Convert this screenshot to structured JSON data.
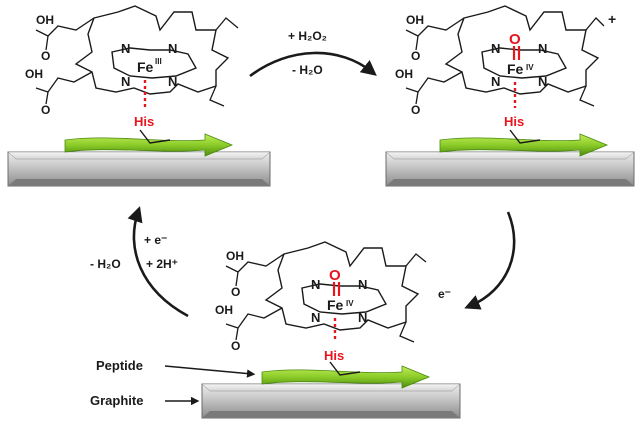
{
  "colors": {
    "bond": "#1a1a1a",
    "oxo": "#e8141e",
    "his": "#e8141e",
    "peptide_light": "#a8e03a",
    "peptide_dark": "#5d9e12",
    "graphite_light": "#e3e3e3",
    "graphite_dark": "#7d7d7d"
  },
  "molecules": {
    "top_left": {
      "carboxyl_top": "OH",
      "carboxyl_top_o": "O",
      "carboxyl_bottom": "OH",
      "carboxyl_bottom_o": "O",
      "iron": "Fe",
      "iron_charge": "III",
      "axial_ligand": "His"
    },
    "top_right": {
      "carboxyl_top": "OH",
      "carboxyl_top_o": "O",
      "carboxyl_bottom": "OH",
      "carboxyl_bottom_o": "O",
      "iron": "Fe",
      "iron_charge": "IV",
      "oxo": "O",
      "radical": "+",
      "axial_ligand": "His"
    },
    "bottom_center": {
      "carboxyl_top": "OH",
      "carboxyl_top_o": "O",
      "carboxyl_bottom": "OH",
      "carboxyl_bottom_o": "O",
      "iron": "Fe",
      "iron_charge": "IV",
      "oxo": "O",
      "axial_ligand": "His"
    }
  },
  "arrows": {
    "top": {
      "above": "+ H₂O₂",
      "below": "- H₂O"
    },
    "right": {
      "label": "e⁻"
    },
    "left": {
      "line1": "+ e⁻",
      "line2_left": "- H₂O",
      "line2_right": "+ 2H⁺"
    }
  },
  "labels": {
    "peptide": "Peptide",
    "graphite": "Graphite"
  }
}
